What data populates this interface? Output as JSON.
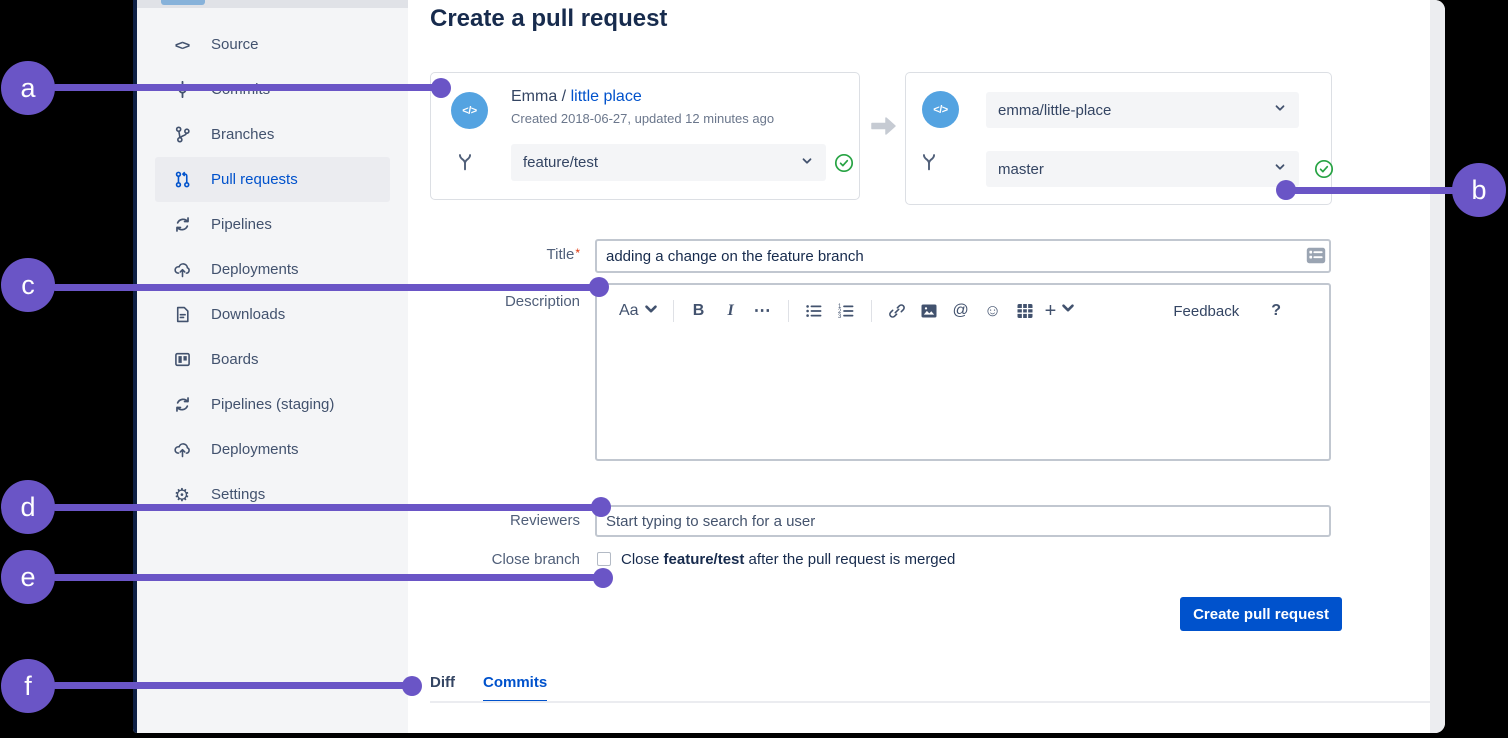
{
  "header": {
    "title": "Create a pull request"
  },
  "sidebar": {
    "items": [
      {
        "label": "Source",
        "icon": "code",
        "slug": "source",
        "selected": false
      },
      {
        "label": "Commits",
        "icon": "commit",
        "slug": "commits",
        "selected": false
      },
      {
        "label": "Branches",
        "icon": "branch",
        "slug": "branches",
        "selected": false
      },
      {
        "label": "Pull requests",
        "icon": "pr",
        "slug": "pull-requests",
        "selected": true
      },
      {
        "label": "Pipelines",
        "icon": "pipelines",
        "slug": "pipelines",
        "selected": false
      },
      {
        "label": "Deployments",
        "icon": "cloud",
        "slug": "deployments",
        "selected": false
      },
      {
        "label": "Downloads",
        "icon": "doc",
        "slug": "downloads",
        "selected": false
      },
      {
        "label": "Boards",
        "icon": "board",
        "slug": "boards",
        "selected": false
      },
      {
        "label": "Pipelines (staging)",
        "icon": "pipelines",
        "slug": "pipelines-staging",
        "selected": false
      },
      {
        "label": "Deployments",
        "icon": "cloud",
        "slug": "deployments-2",
        "selected": false
      },
      {
        "label": "Settings",
        "icon": "gear",
        "slug": "settings",
        "selected": false
      }
    ]
  },
  "source_card": {
    "avatar_glyph": "</>",
    "owner": "Emma /",
    "repo_link": "little place",
    "meta": "Created 2018-06-27, updated 12 minutes ago",
    "branch": "feature/test"
  },
  "destination_card": {
    "avatar_glyph": "</>",
    "repo": "emma/little-place",
    "branch": "master"
  },
  "form": {
    "title_label": "Title",
    "required_mark": "*",
    "title_value": "adding a change on the feature branch",
    "description_label": "Description",
    "reviewers_label": "Reviewers",
    "reviewers_placeholder": "Start typing to search for a user",
    "close_branch_label": "Close branch",
    "close_prefix": "Close ",
    "close_branch_name": "feature/test",
    "close_suffix": " after the pull request is merged",
    "submit_label": "Create pull request"
  },
  "editor": {
    "style_label": "Aa",
    "bold_label": "B",
    "italic_label": "I",
    "more_label": "⋯",
    "mention_label": "@",
    "emoji_label": "☺",
    "plus_label": "+",
    "feedback_label": "Feedback",
    "help_label": "?"
  },
  "tabs": [
    {
      "label": "Diff",
      "slug": "diff",
      "active": false
    },
    {
      "label": "Commits",
      "slug": "commits",
      "active": true
    }
  ],
  "annotations": {
    "a": "a",
    "b": "b",
    "c": "c",
    "d": "d",
    "e": "e",
    "f": "f"
  },
  "colors": {
    "annotation_purple": "#6A55C6",
    "link_blue": "#0052CC",
    "button_blue": "#0052CC",
    "success_green": "#27A343",
    "avatar_blue": "#54A3E1"
  }
}
